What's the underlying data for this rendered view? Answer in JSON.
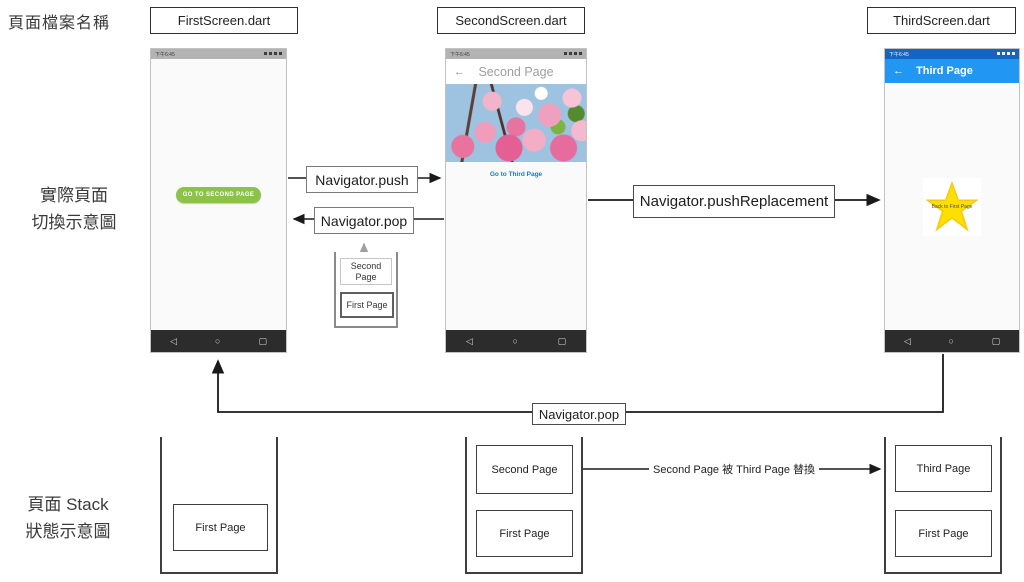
{
  "page": {
    "top_label": "頁面檔案名稱",
    "screens_label_line1": "實際頁面",
    "screens_label_line2": "切換示意圖",
    "stack_label_line1": "頁面 Stack",
    "stack_label_line2": "狀態示意圖"
  },
  "file_names": {
    "first": "FirstScreen.dart",
    "second": "SecondScreen.dart",
    "third": "ThirdScreen.dart"
  },
  "arrows": {
    "push_label": "Navigator.push",
    "pop_label": "Navigator.pop",
    "push_replacement_label": "Navigator.pushReplacement",
    "bottom_pop_label": "Navigator.pop",
    "replace_note": "Second Page 被 Third Page 替換"
  },
  "phone_first": {
    "status_time": "下午6:45",
    "button_label": "GO TO SECOND PAGE",
    "nav": {
      "back": "◁",
      "home": "○",
      "recent": "▢"
    }
  },
  "phone_second": {
    "status_time": "下午6:45",
    "back_icon": "←",
    "title": "Second Page",
    "link_label": "Go to Third Page",
    "nav": {
      "back": "◁",
      "home": "○",
      "recent": "▢"
    }
  },
  "phone_third": {
    "status_time": "下午6:45",
    "back_icon": "←",
    "title": "Third Page",
    "star_label": "Back to First Page",
    "nav": {
      "back": "◁",
      "home": "○",
      "recent": "▢"
    }
  },
  "mini_stack": {
    "top": "Second Page",
    "bottom": "First Page"
  },
  "stacks": {
    "first": {
      "items": [
        "First Page"
      ]
    },
    "second": {
      "items": [
        "Second Page",
        "First Page"
      ]
    },
    "third": {
      "items": [
        "Third Page",
        "First Page"
      ]
    }
  }
}
